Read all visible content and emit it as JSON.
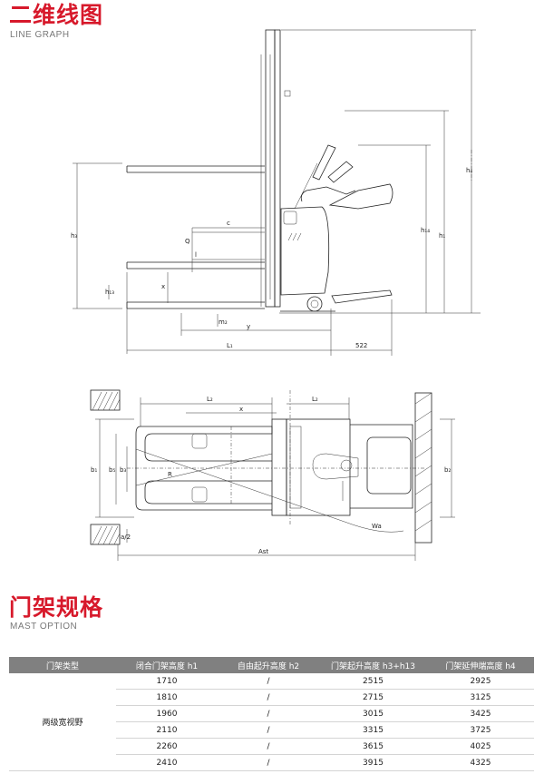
{
  "sections": {
    "line_graph": {
      "title": "二维线图",
      "subtitle": "LINE GRAPH"
    },
    "mast_option": {
      "title": "门架规格",
      "subtitle": "MAST OPTION"
    }
  },
  "drawing_labels": {
    "side": {
      "c": "c",
      "Q": "Q",
      "l": "l",
      "y": "y",
      "L1": "L₁",
      "dim_522": "522",
      "h1": "h₁",
      "h3": "h₃",
      "h4": "h₄",
      "h13": "h₁₃",
      "h14": "h₁₄",
      "m2": "m₂",
      "x": "x"
    },
    "top": {
      "L2": "L₂",
      "x": "x",
      "b1": "b₁",
      "b2": "b₂",
      "b3": "b₃",
      "b5": "b₅",
      "R": "R",
      "a2": "a/2",
      "Ast": "Ast",
      "Wa": "Wa"
    }
  },
  "table": {
    "headers": [
      "门架类型",
      "闭合门架高度  h1",
      "自由起升高度  h2",
      "门架起升高度  h3+h13",
      "门架延伸端高度  h4"
    ],
    "type_label": "两级宽视野",
    "rows": [
      [
        "1710",
        "/",
        "2515",
        "2925"
      ],
      [
        "1810",
        "/",
        "2715",
        "3125"
      ],
      [
        "1960",
        "/",
        "3015",
        "3425"
      ],
      [
        "2110",
        "/",
        "3315",
        "3725"
      ],
      [
        "2260",
        "/",
        "3615",
        "4025"
      ],
      [
        "2410",
        "/",
        "3915",
        "4325"
      ]
    ]
  }
}
